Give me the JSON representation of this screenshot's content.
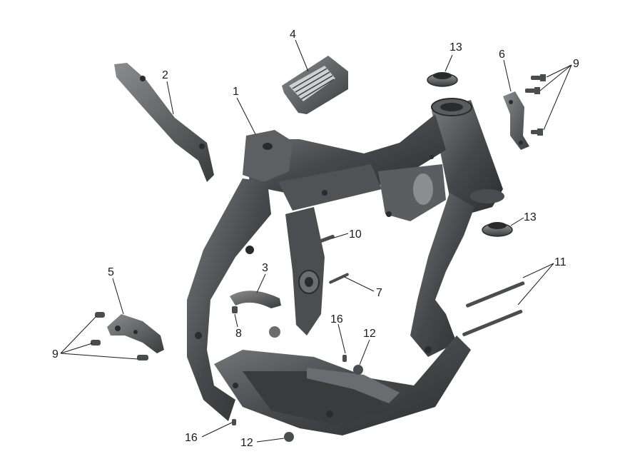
{
  "callouts": {
    "c1": "1",
    "c2": "2",
    "c3": "3",
    "c4": "4",
    "c5": "5",
    "c6": "6",
    "c7": "7",
    "c8": "8",
    "c9a": "9",
    "c9b": "9",
    "c10": "10",
    "c11": "11",
    "c12a": "12",
    "c12b": "12",
    "c13a": "13",
    "c13b": "13",
    "c16a": "16",
    "c16b": "16"
  },
  "colors": {
    "frame": "#3f4144",
    "frame_light": "#6b6d70",
    "frame_dark": "#2a2b2d",
    "part": "#55575a",
    "ink": "#1a1a1a"
  }
}
